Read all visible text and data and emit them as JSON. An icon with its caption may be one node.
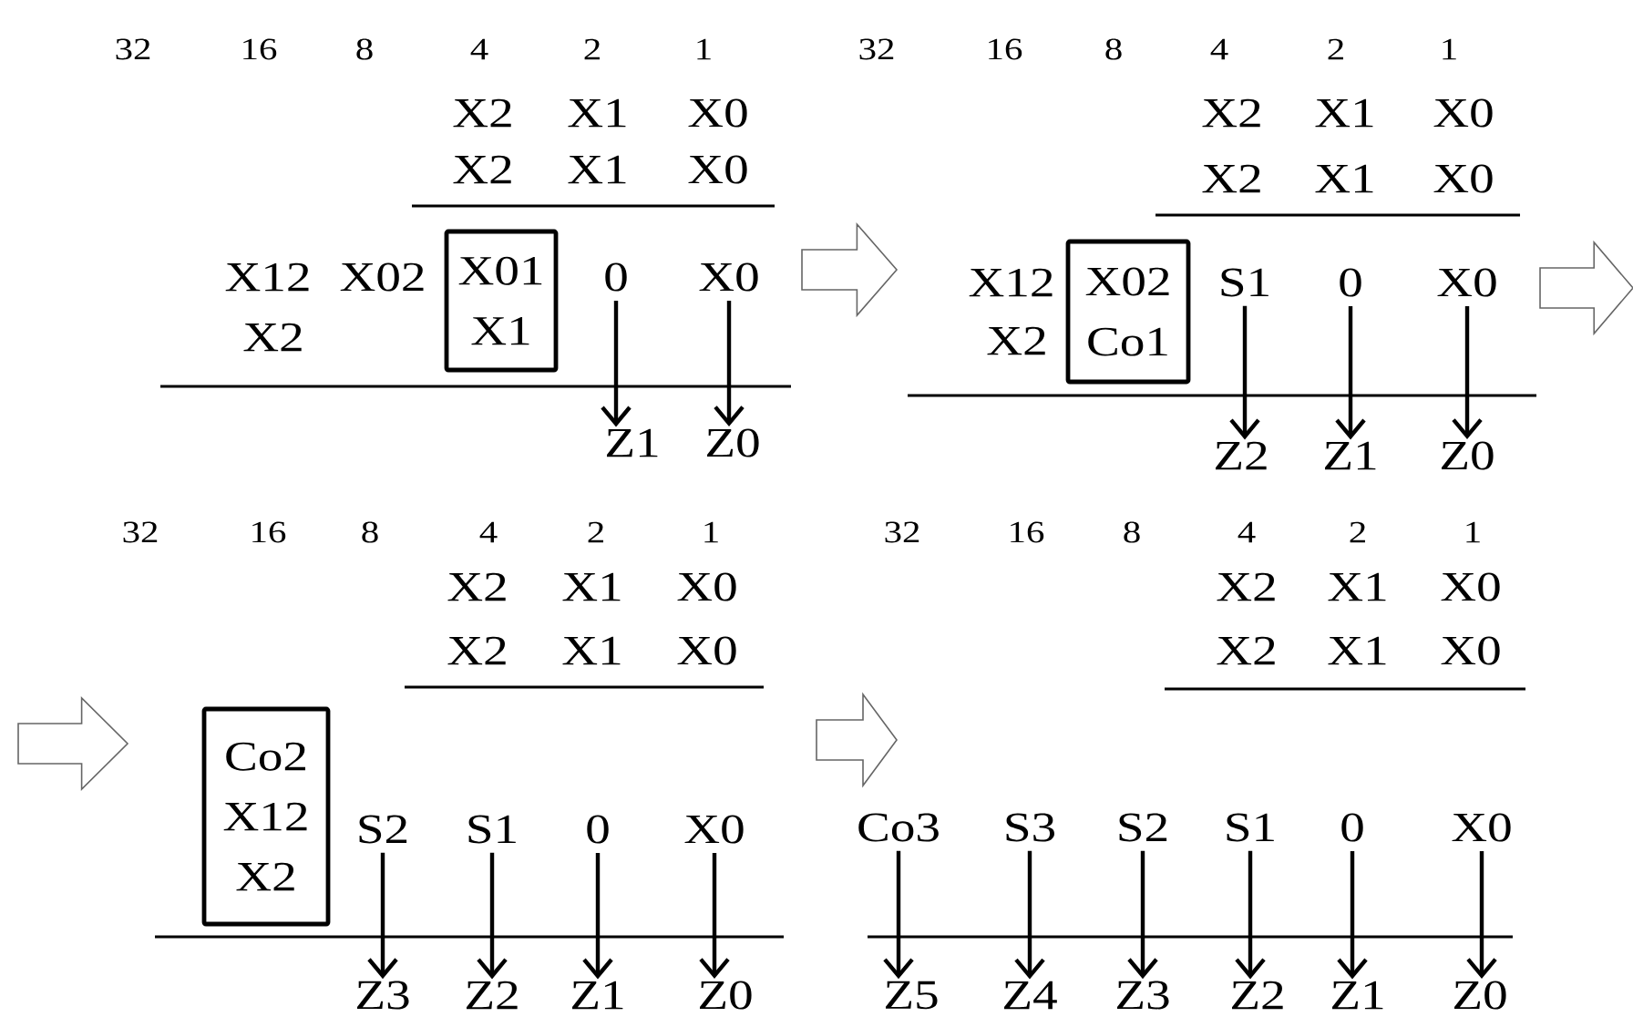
{
  "diagram": {
    "nodes": [
      {
        "text": [
          "X01",
          "X1"
        ]
      },
      {
        "text": [
          "0"
        ]
      },
      {
        "text": [
          "X0"
        ]
      },
      {
        "text": [
          "Z1"
        ]
      },
      {
        "text": [
          "Z0"
        ]
      },
      {
        "text": [
          "X02",
          "Co1"
        ]
      },
      {
        "text": [
          "S1"
        ]
      },
      {
        "text": [
          "0"
        ]
      },
      {
        "text": [
          "X0"
        ]
      },
      {
        "text": [
          "Z2"
        ]
      },
      {
        "text": [
          "Z1"
        ]
      },
      {
        "text": [
          "Z0"
        ]
      },
      {
        "text": [
          "Co2",
          "X12",
          "X2"
        ]
      },
      {
        "text": [
          "S2"
        ]
      },
      {
        "text": [
          "S1"
        ]
      },
      {
        "text": [
          "0"
        ]
      },
      {
        "text": [
          "X0"
        ]
      },
      {
        "text": [
          "Z3"
        ]
      },
      {
        "text": [
          "Z2"
        ]
      },
      {
        "text": [
          "Z1"
        ]
      },
      {
        "text": [
          "Z0"
        ]
      },
      {
        "text": [
          "Co3"
        ]
      },
      {
        "text": [
          "S3"
        ]
      },
      {
        "text": [
          "S2"
        ]
      },
      {
        "text": [
          "S1"
        ]
      },
      {
        "text": [
          "0"
        ]
      },
      {
        "text": [
          "X0"
        ]
      },
      {
        "text": [
          "Z5"
        ]
      },
      {
        "text": [
          "Z4"
        ]
      },
      {
        "text": [
          "Z3"
        ]
      },
      {
        "text": [
          "Z2"
        ]
      },
      {
        "text": [
          "Z1"
        ]
      },
      {
        "text": [
          "Z0"
        ]
      }
    ],
    "edges": [
      {
        "from": 1,
        "to": 3,
        "arrow": "to"
      },
      {
        "from": 2,
        "to": 4,
        "arrow": "to"
      },
      {
        "from": 6,
        "to": 9,
        "arrow": "to"
      },
      {
        "from": 7,
        "to": 10,
        "arrow": "to"
      },
      {
        "from": 8,
        "to": 11,
        "arrow": "to"
      },
      {
        "from": 13,
        "to": 17,
        "arrow": "to"
      },
      {
        "from": 14,
        "to": 18,
        "arrow": "to"
      },
      {
        "from": 15,
        "to": 19,
        "arrow": "to"
      },
      {
        "from": 16,
        "to": 20,
        "arrow": "to"
      },
      {
        "from": 21,
        "to": 27,
        "arrow": "to"
      },
      {
        "from": 22,
        "to": 28,
        "arrow": "to"
      },
      {
        "from": 23,
        "to": 29,
        "arrow": "to"
      },
      {
        "from": 24,
        "to": 30,
        "arrow": "to"
      },
      {
        "from": 25,
        "to": 31,
        "arrow": "to"
      },
      {
        "from": 26,
        "to": 32,
        "arrow": "to"
      }
    ],
    "labels": [
      "32",
      "16",
      "8",
      "4",
      "2",
      "1",
      "X2",
      "X1",
      "X0",
      "X2",
      "X1",
      "X0",
      "X12",
      "X02",
      "X2",
      "32",
      "16",
      "8",
      "4",
      "2",
      "1",
      "X2",
      "X1",
      "X0",
      "X2",
      "X1",
      "X0",
      "X12",
      "X2",
      "32",
      "16",
      "8",
      "4",
      "2",
      "1",
      "X2",
      "X1",
      "X0",
      "X2",
      "X1",
      "X0",
      "32",
      "16",
      "8",
      "4",
      "2",
      "1",
      "X2",
      "X1",
      "X0",
      "X2",
      "X1",
      "X0"
    ]
  }
}
